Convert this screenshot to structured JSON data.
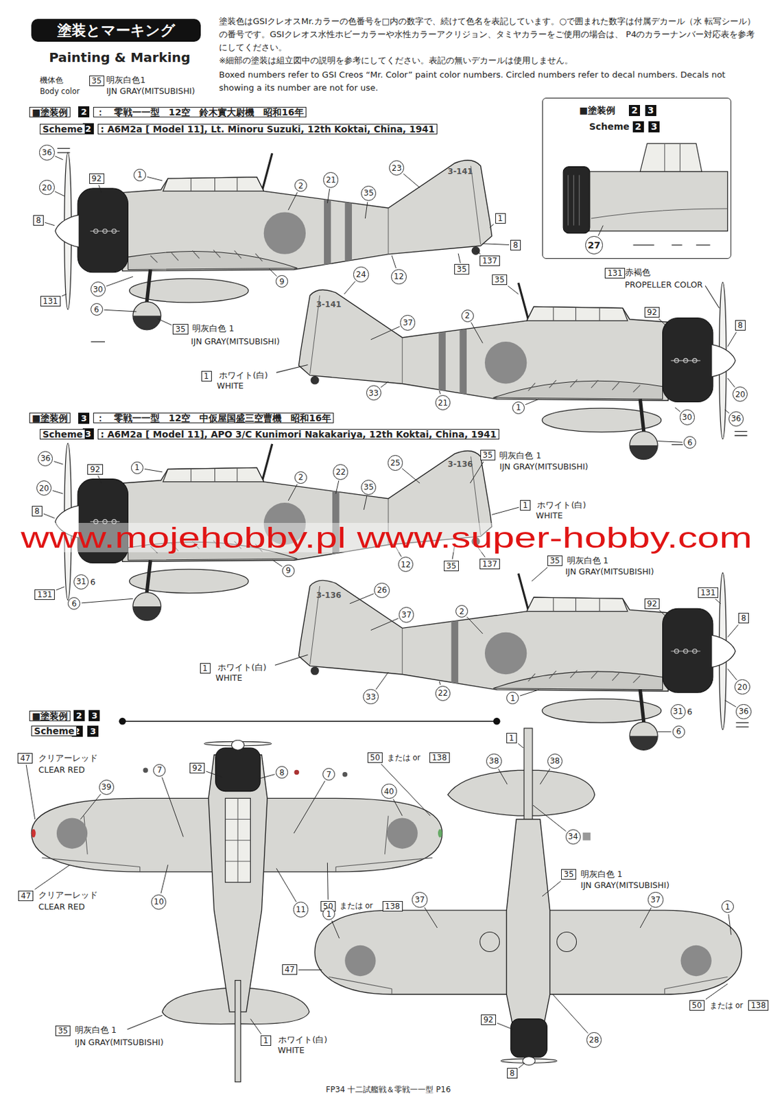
{
  "diagram": {
    "nodes": [
      {
        "text": [
          "塗装とマーキング"
        ]
      },
      {
        "text": [
          "35"
        ]
      },
      {
        "text": [
          "2"
        ]
      },
      {
        "text": [
          "2"
        ]
      },
      {
        "text": [
          "■塗装例",
          "Scheme"
        ]
      },
      {
        "text": [
          "2"
        ],
        "in": 4
      },
      {
        "text": [
          "3"
        ],
        "in": 4
      },
      {
        "text": [
          "2"
        ],
        "in": 4
      },
      {
        "text": [
          "3"
        ],
        "in": 4
      },
      {
        "text": [
          "27"
        ],
        "in": 4
      },
      {
        "text": [
          "36"
        ]
      },
      {
        "text": [
          "20"
        ]
      },
      {
        "text": [
          "92"
        ]
      },
      {
        "text": [
          "8"
        ]
      },
      {
        "text": [
          "1"
        ]
      },
      {
        "text": [
          "2"
        ]
      },
      {
        "text": [
          "21"
        ]
      },
      {
        "text": [
          "23"
        ]
      },
      {
        "text": [
          "35"
        ]
      },
      {
        "text": [
          "1"
        ]
      },
      {
        "text": [
          "8"
        ]
      },
      {
        "text": [
          "137"
        ]
      },
      {
        "text": [
          "35"
        ]
      },
      {
        "text": [
          "12"
        ]
      },
      {
        "text": [
          "9"
        ]
      },
      {
        "text": [
          "30"
        ]
      },
      {
        "text": [
          "131"
        ]
      },
      {
        "text": [
          "6"
        ]
      },
      {
        "text": [
          "35"
        ]
      },
      {
        "text": [
          "1"
        ]
      },
      {
        "text": [
          "24"
        ]
      },
      {
        "text": [
          "35"
        ]
      },
      {
        "text": [
          "37"
        ]
      },
      {
        "text": [
          "2"
        ]
      },
      {
        "text": [
          "131"
        ]
      },
      {
        "text": [
          "92"
        ]
      },
      {
        "text": [
          "8"
        ]
      },
      {
        "text": [
          "20"
        ]
      },
      {
        "text": [
          "36"
        ]
      },
      {
        "text": [
          "30"
        ]
      },
      {
        "text": [
          "6"
        ]
      },
      {
        "text": [
          "1"
        ]
      },
      {
        "text": [
          "33"
        ]
      },
      {
        "text": [
          "21"
        ]
      },
      {
        "text": [
          "3"
        ]
      },
      {
        "text": [
          "3"
        ]
      },
      {
        "text": [
          "36"
        ]
      },
      {
        "text": [
          "20"
        ]
      },
      {
        "text": [
          "92"
        ]
      },
      {
        "text": [
          "1"
        ]
      },
      {
        "text": [
          "2"
        ]
      },
      {
        "text": [
          "22"
        ]
      },
      {
        "text": [
          "25"
        ]
      },
      {
        "text": [
          "35"
        ]
      },
      {
        "text": [
          "35"
        ]
      },
      {
        "text": [
          "8"
        ]
      },
      {
        "text": [
          "1"
        ]
      },
      {
        "text": [
          "137"
        ]
      },
      {
        "text": [
          "35"
        ]
      },
      {
        "text": [
          "12"
        ]
      },
      {
        "text": [
          "9"
        ]
      },
      {
        "text": [
          "131"
        ]
      },
      {
        "text": [
          "31"
        ]
      },
      {
        "text": [
          "6"
        ]
      },
      {
        "text": [
          "35"
        ]
      },
      {
        "text": [
          "131"
        ]
      },
      {
        "text": [
          "26"
        ]
      },
      {
        "text": [
          "37"
        ]
      },
      {
        "text": [
          "2"
        ]
      },
      {
        "text": [
          "92"
        ]
      },
      {
        "text": [
          "8"
        ]
      },
      {
        "text": [
          "1"
        ]
      },
      {
        "text": [
          "33"
        ]
      },
      {
        "text": [
          "22"
        ]
      },
      {
        "text": [
          "1"
        ]
      },
      {
        "text": [
          "20"
        ]
      },
      {
        "text": [
          "31"
        ]
      },
      {
        "text": [
          "36"
        ]
      },
      {
        "text": [
          "6"
        ]
      },
      {
        "text": [
          "2"
        ]
      },
      {
        "text": [
          "3"
        ]
      },
      {
        "text": [
          "2"
        ]
      },
      {
        "text": [
          "3"
        ]
      },
      {
        "text": [
          "47"
        ]
      },
      {
        "text": [
          "92"
        ]
      },
      {
        "text": [
          "7"
        ]
      },
      {
        "text": [
          "8"
        ]
      },
      {
        "text": [
          "7"
        ]
      },
      {
        "text": [
          "50"
        ]
      },
      {
        "text": [
          "138"
        ]
      },
      {
        "text": [
          "1"
        ]
      },
      {
        "text": [
          "38"
        ]
      },
      {
        "text": [
          "38"
        ]
      },
      {
        "text": [
          "39"
        ]
      },
      {
        "text": [
          "40"
        ]
      },
      {
        "text": [
          "34"
        ]
      },
      {
        "text": [
          "35"
        ]
      },
      {
        "text": [
          "47"
        ]
      },
      {
        "text": [
          "10"
        ]
      },
      {
        "text": [
          "11"
        ]
      },
      {
        "text": [
          "50"
        ]
      },
      {
        "text": [
          "138"
        ]
      },
      {
        "text": [
          "37"
        ]
      },
      {
        "text": [
          "37"
        ]
      },
      {
        "text": [
          "1"
        ]
      },
      {
        "text": [
          "1"
        ]
      },
      {
        "text": [
          "47"
        ]
      },
      {
        "text": [
          "92"
        ]
      },
      {
        "text": [
          "28"
        ]
      },
      {
        "text": [
          "50"
        ]
      },
      {
        "text": [
          "138"
        ]
      },
      {
        "text": [
          "35"
        ]
      },
      {
        "text": [
          "1"
        ]
      },
      {
        "text": [
          "8"
        ]
      }
    ],
    "labels": [
      "Painting & Marking",
      "機体色",
      "Body color",
      "明灰白色1",
      "IJN GRAY(MITSUBISHI)",
      "塗装色はGSIクレオスMr.カラーの色番号を□内の数字で、続けて色名を表記しています。○で囲まれた数字は付属デカール（水 転写シール）の番号です。GSIクレオス水性ホビーカラーや水性カラーアクリジョン、タミヤカラーをご使用の場合は、 P4のカラーナンバー対応表を参考にしてください。",
      "※細部の塗装は組立図中の説明を参考にしてください。表記の無いデカールは使用しません。",
      "Boxed numbers refer to GSI Creos “Mr. Color” paint color numbers. Circled numbers refer to decal numbers. Decals not showing a its number are not for use.",
      "■塗装例",
      "：　零戦一一型　12空　鈴木實大尉機　昭和16年",
      "Scheme",
      ": A6M2a [ Model 11], Lt. Minoru Suzuki, 12th Koktai, China, 1941",
      "3-141",
      "明灰白色 1",
      "IJN GRAY(MITSUBISHI)",
      "3-141",
      "赤褐色",
      "PROPELLER COLOR",
      "ホワイト(白)",
      "WHITE",
      "■塗装例",
      "：　零戦一一型　12空　中仮屋国盛三空曹機　昭和16年",
      "Scheme",
      ": A6M2a [ Model 11], APO 3/C Kunimori Nakakariya, 12th Koktai, China, 1941",
      "3-136",
      "明灰白色 1",
      "IJN GRAY(MITSUBISHI)",
      "ホワイト(白)",
      "WHITE",
      "www.mojehobby.pl www.super-hobby.com",
      "6",
      "明灰白色 1",
      "IJN GRAY(MITSUBISHI)",
      "3-136",
      "ホワイト(白)",
      "WHITE",
      "6",
      "■塗装例",
      "Scheme",
      "クリアーレッド",
      "CLEAR RED",
      "または or",
      "クリアーレッド",
      "CLEAR RED",
      "または or",
      "明灰白色 1",
      "IJN GRAY(MITSUBISHI)",
      "または or",
      "明灰白色 1",
      "IJN GRAY(MITSUBISHI)",
      "ホワイト(白)",
      "WHITE",
      "FP34 十二試艦戦＆零戦一一型 P16"
    ]
  }
}
